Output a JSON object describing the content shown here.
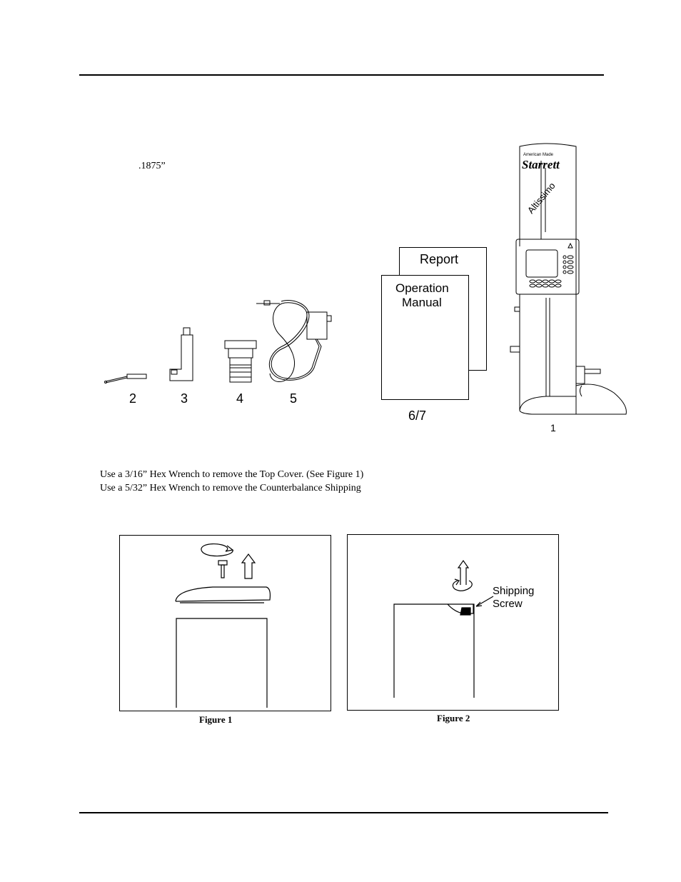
{
  "dimension_note": ".1875”",
  "instructions": [
    "Use a 3/16” Hex Wrench to remove the Top Cover. (See Figure 1)",
    "Use a 5/32” Hex Wrench to remove the Counterbalance Shipping"
  ],
  "parts": {
    "labels": [
      "2",
      "3",
      "4",
      "5"
    ],
    "label_1": "1",
    "label_67": "6/7"
  },
  "manuals": {
    "back": "Report",
    "front_line1": "Operation",
    "front_line2": "Manual"
  },
  "gauge": {
    "brand_top": "American Made",
    "brand": "Starrett",
    "model": "Altissimo"
  },
  "figure1": {
    "caption": "Figure 1"
  },
  "figure2": {
    "caption": "Figure 2",
    "callout_line1": "Shipping",
    "callout_line2": "Screw"
  }
}
